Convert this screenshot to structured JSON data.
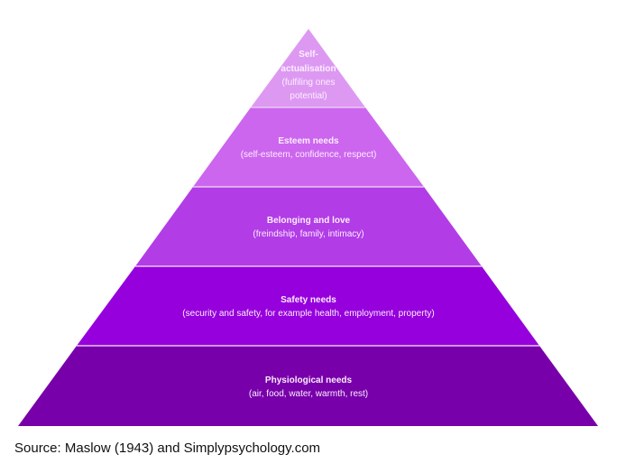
{
  "levels": [
    {
      "title_lines": [
        "Self-",
        "actualisation"
      ],
      "desc_lines": [
        "(fulfiling ones",
        "potential)"
      ],
      "color": "#dd99f2"
    },
    {
      "title_lines": [
        "Esteem needs"
      ],
      "desc_lines": [
        "(self-esteem, confidence, respect)"
      ],
      "color": "#cc66ee"
    },
    {
      "title_lines": [
        "Belonging and love"
      ],
      "desc_lines": [
        "(freindship, family, intimacy)"
      ],
      "color": "#b23ce6"
    },
    {
      "title_lines": [
        "Safety needs"
      ],
      "desc_lines": [
        "(security and safety, for example health, employment, property)"
      ],
      "color": "#9600dc"
    },
    {
      "title_lines": [
        "Physiological needs"
      ],
      "desc_lines": [
        "(air, food, water, warmth, rest)"
      ],
      "color": "#7800aa"
    }
  ],
  "source": "Source: Maslow (1943) and Simplypsychology.com"
}
